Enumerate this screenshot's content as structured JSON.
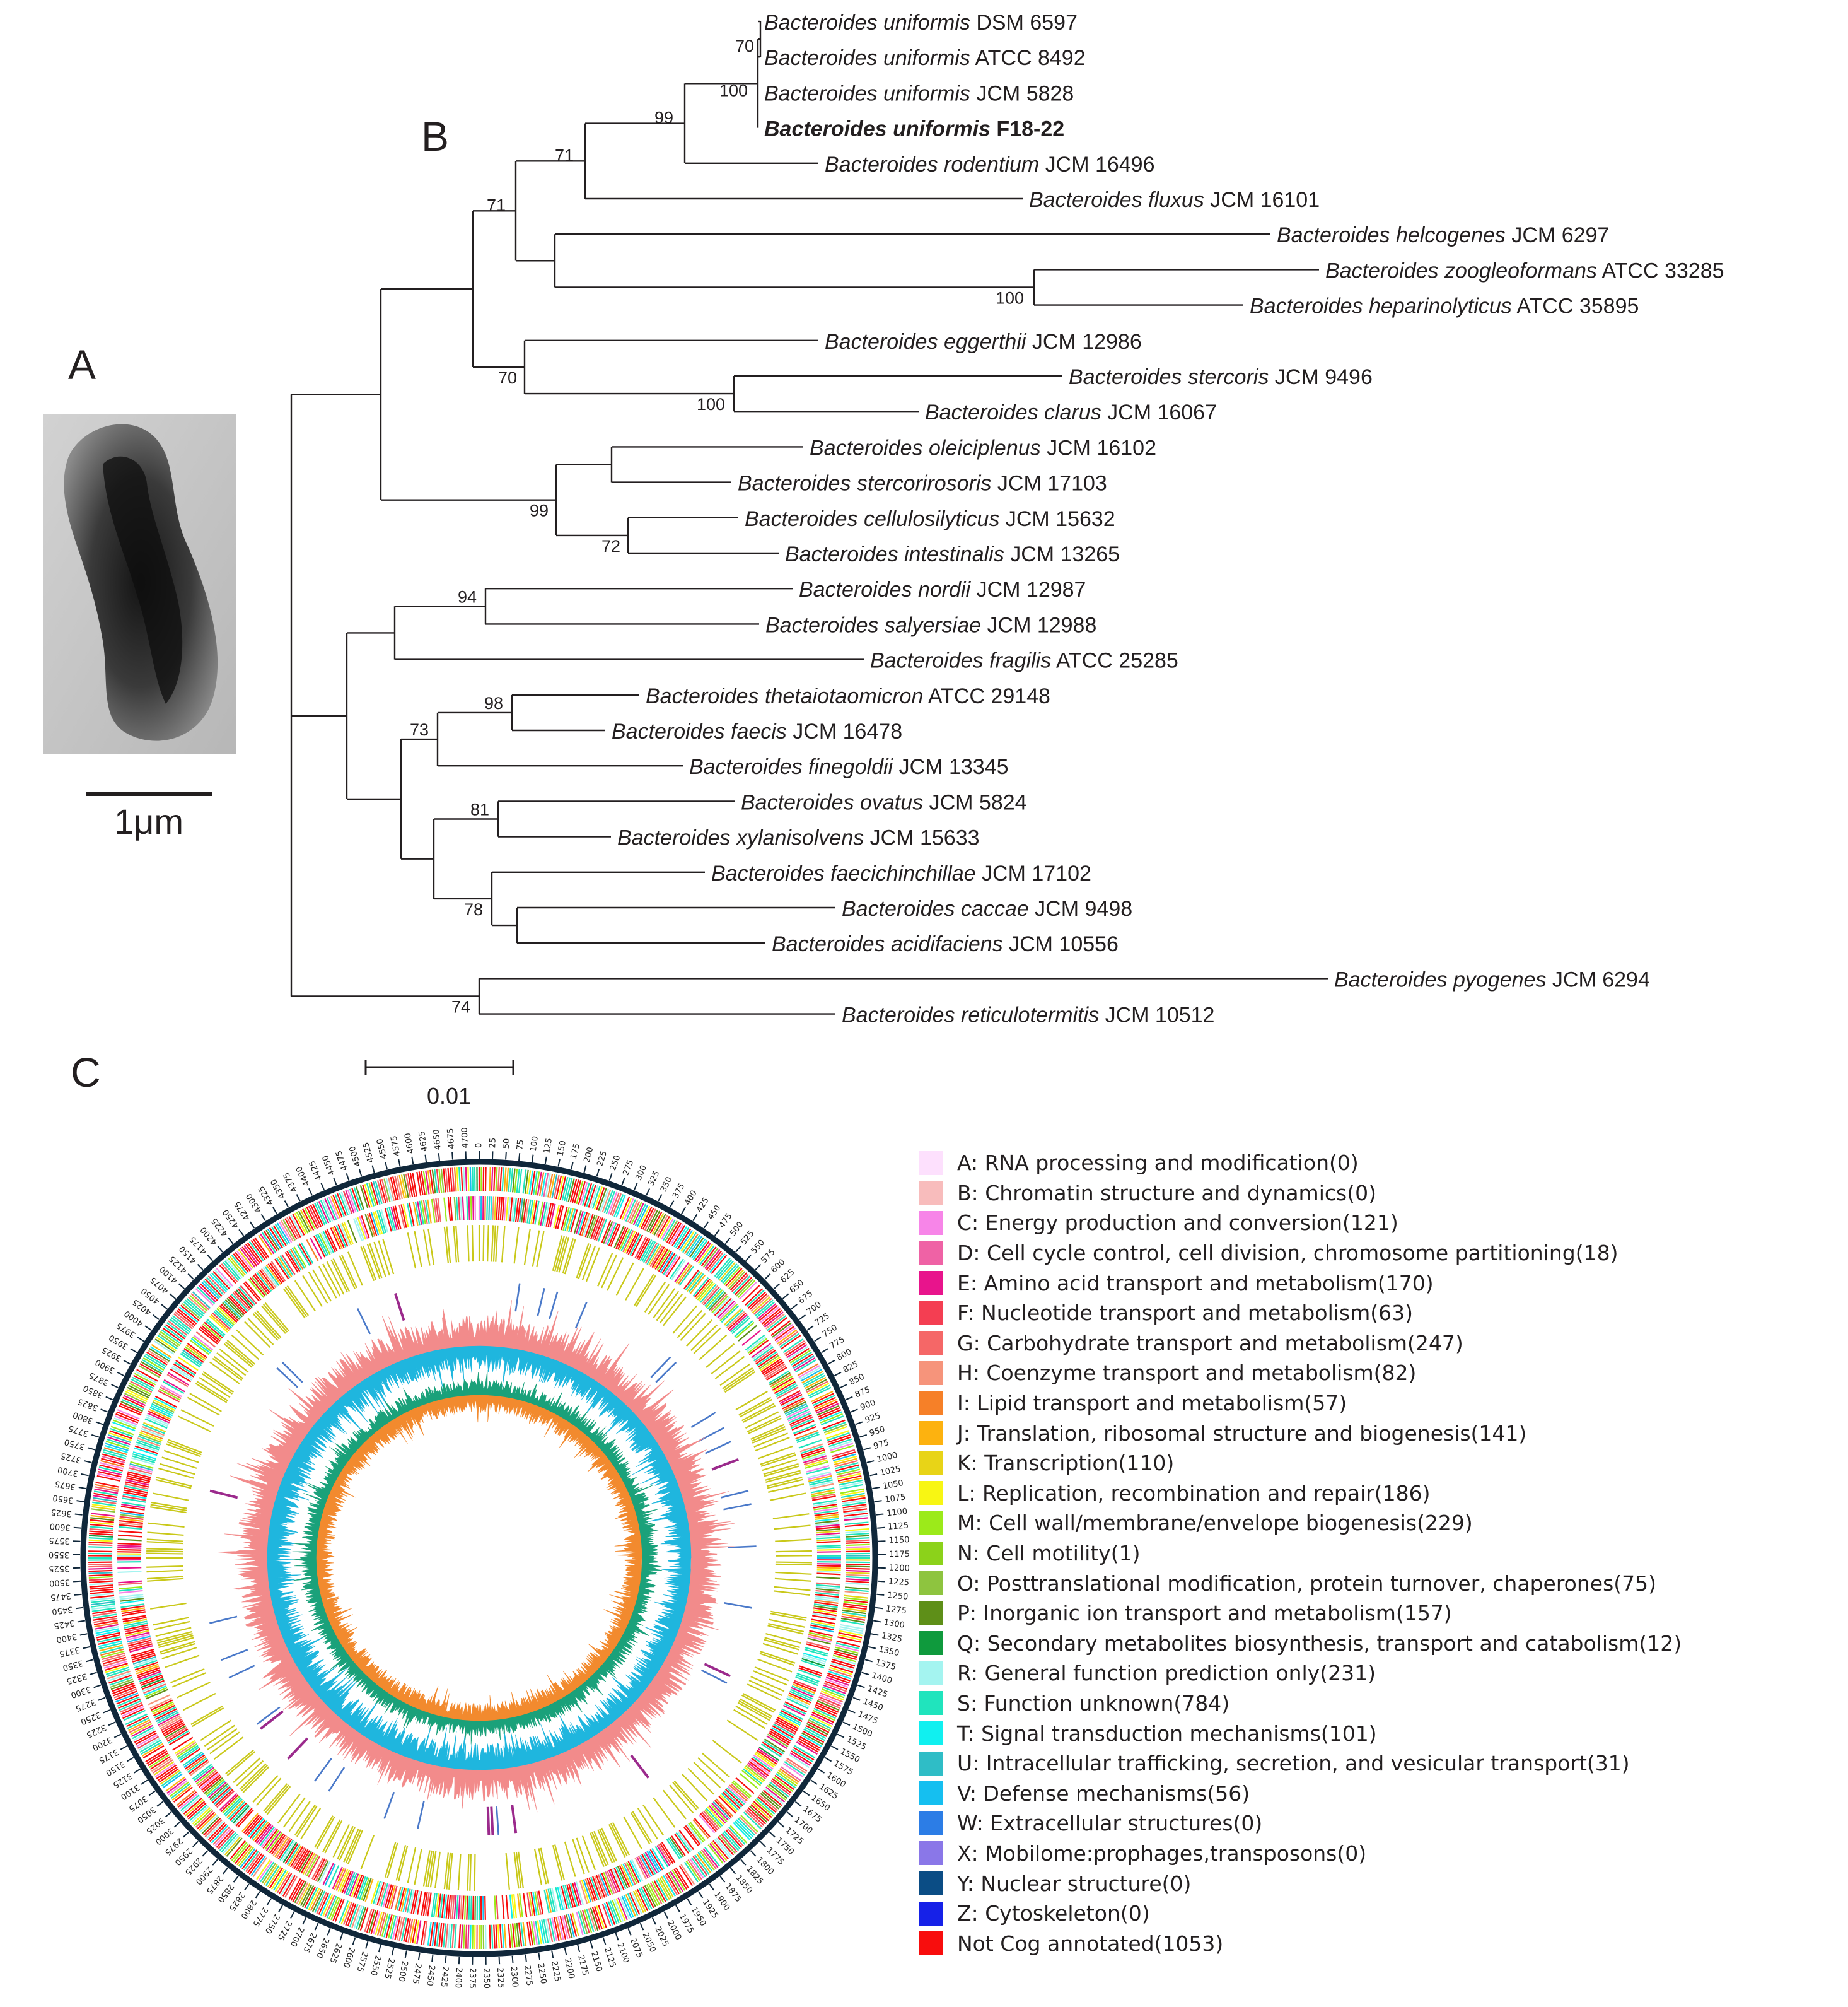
{
  "panels": {
    "a": "A",
    "b": "B",
    "c": "C"
  },
  "panel_a": {
    "scale_label": "1μm"
  },
  "tree": {
    "scale_label": "0.01",
    "genus": "Bacteroides",
    "taxa": [
      {
        "species": "uniformis",
        "strain": "DSM 6597"
      },
      {
        "species": "uniformis",
        "strain": "ATCC 8492"
      },
      {
        "species": "uniformis",
        "strain": "JCM 5828"
      },
      {
        "species": "uniformis",
        "strain": "F18-22",
        "bold": true
      },
      {
        "species": "rodentium",
        "strain": "JCM 16496"
      },
      {
        "species": "fluxus",
        "strain": "JCM 16101"
      },
      {
        "species": "helcogenes",
        "strain": "JCM 6297"
      },
      {
        "species": "zoogleoformans",
        "strain": "ATCC 33285"
      },
      {
        "species": "heparinolyticus",
        "strain": "ATCC 35895"
      },
      {
        "species": "eggerthii",
        "strain": "JCM 12986"
      },
      {
        "species": "stercoris",
        "strain": "JCM 9496"
      },
      {
        "species": "clarus",
        "strain": "JCM 16067"
      },
      {
        "species": "oleiciplenus",
        "strain": "JCM 16102"
      },
      {
        "species": "stercorirosoris",
        "strain": "JCM 17103"
      },
      {
        "species": "cellulosilyticus",
        "strain": "JCM 15632"
      },
      {
        "species": "intestinalis",
        "strain": "JCM 13265"
      },
      {
        "species": "nordii",
        "strain": "JCM 12987"
      },
      {
        "species": "salyersiae",
        "strain": "JCM 12988"
      },
      {
        "species": "fragilis",
        "strain": "ATCC 25285"
      },
      {
        "species": "thetaiotaomicron",
        "strain": "ATCC 29148"
      },
      {
        "species": "faecis",
        "strain": "JCM 16478"
      },
      {
        "species": "finegoldii",
        "strain": "JCM 13345"
      },
      {
        "species": "ovatus",
        "strain": "JCM 5824"
      },
      {
        "species": "xylanisolvens",
        "strain": "JCM 15633"
      },
      {
        "species": "faecichinchillae",
        "strain": "JCM 17102"
      },
      {
        "species": "caccae",
        "strain": "JCM 9498"
      },
      {
        "species": "acidifaciens",
        "strain": "JCM 10556"
      },
      {
        "species": "pyogenes",
        "strain": "JCM 6294"
      },
      {
        "species": "reticulotermitis",
        "strain": "JCM 10512"
      }
    ],
    "bootstrap_values": [
      "70",
      "100",
      "99",
      "71",
      "71",
      "100",
      "70",
      "100",
      "99",
      "72",
      "94",
      "98",
      "73",
      "81",
      "78",
      "74"
    ]
  },
  "genome_map": {
    "tick_labels": [
      "0",
      "25",
      "50",
      "75",
      "100",
      "125",
      "150",
      "175",
      "200",
      "225",
      "250",
      "275",
      "300",
      "325",
      "350",
      "375",
      "400",
      "425",
      "450",
      "475",
      "500",
      "525",
      "550",
      "575",
      "600",
      "625",
      "650",
      "675",
      "700",
      "725",
      "750",
      "775",
      "800",
      "825",
      "850",
      "875",
      "900",
      "925",
      "950",
      "975",
      "1000",
      "1025",
      "1050",
      "1075",
      "1100",
      "1125",
      "1150",
      "1175",
      "1200",
      "1225",
      "1250",
      "1275",
      "1300",
      "1325",
      "1350",
      "1375",
      "1400",
      "1425",
      "1450",
      "1475",
      "1500",
      "1525",
      "1550",
      "1575",
      "1600",
      "1625",
      "1650",
      "1675",
      "1700",
      "1725",
      "1750",
      "1775",
      "1800",
      "1825",
      "1850",
      "1875",
      "1900",
      "1925",
      "1950",
      "1975",
      "2000",
      "2025",
      "2050",
      "2075",
      "2100",
      "2125",
      "2150",
      "2175",
      "2200",
      "2225",
      "2250",
      "2275",
      "2300",
      "2325",
      "2350",
      "2375",
      "2400",
      "2425",
      "2450",
      "2475",
      "2500",
      "2525",
      "2550",
      "2575",
      "2600",
      "2625",
      "2650",
      "2675",
      "2700",
      "2725",
      "2750",
      "2775",
      "2800",
      "2825",
      "2850",
      "2875",
      "2900",
      "2925",
      "2950",
      "2975",
      "3000",
      "3025",
      "3050",
      "3075",
      "3100",
      "3125",
      "3150",
      "3175",
      "3200",
      "3225",
      "3250",
      "3275",
      "3300",
      "3325",
      "3350",
      "3375",
      "3400",
      "3425",
      "3450",
      "3475",
      "3500",
      "3525",
      "3550",
      "3575",
      "3600",
      "3625",
      "3650",
      "3675",
      "3700",
      "3725",
      "3750",
      "3775",
      "3800",
      "3825",
      "3850",
      "3875",
      "3900",
      "3925",
      "3950",
      "3975",
      "4000",
      "4025",
      "4050",
      "4075",
      "4100",
      "4125",
      "4150",
      "4175",
      "4200",
      "4225",
      "4250",
      "4275",
      "4300",
      "4325",
      "4350",
      "4375",
      "4400",
      "4425",
      "4450",
      "4475",
      "4500",
      "4525",
      "4550",
      "4575",
      "4600",
      "4625",
      "4650",
      "4675",
      "4700"
    ],
    "ring_colors": {
      "rrna": "#c9c819",
      "trna": "#4a79c9",
      "other_rna": "#9b2a8c",
      "gc_content": "#f28b8b",
      "gc_plus": "#1fb6de",
      "skew_plus": "#1aa17a",
      "skew_minus": "#f28a2e"
    }
  },
  "legend": [
    {
      "label": "A: RNA processing and modification(0)",
      "color": "#fde0fd"
    },
    {
      "label": "B: Chromatin structure and dynamics(0)",
      "color": "#f8bcbc"
    },
    {
      "label": "C: Energy production and conversion(121)",
      "color": "#f785e8"
    },
    {
      "label": "D: Cell cycle control, cell division, chromosome partitioning(18)",
      "color": "#ef62a5"
    },
    {
      "label": "E: Amino acid transport and metabolism(170)",
      "color": "#e8148c"
    },
    {
      "label": "F: Nucleotide transport and metabolism(63)",
      "color": "#f43e52"
    },
    {
      "label": "G: Carbohydrate transport and metabolism(247)",
      "color": "#f56767"
    },
    {
      "label": "H: Coenzyme transport and metabolism(82)",
      "color": "#f6947b"
    },
    {
      "label": "I: Lipid transport and metabolism(57)",
      "color": "#f68028"
    },
    {
      "label": "J: Translation, ribosomal structure and biogenesis(141)",
      "color": "#fdb20f"
    },
    {
      "label": "K: Transcription(110)",
      "color": "#e8d417"
    },
    {
      "label": "L: Replication, recombination and repair(186)",
      "color": "#f8f613"
    },
    {
      "label": "M: Cell wall/membrane/envelope biogenesis(229)",
      "color": "#9cea1a"
    },
    {
      "label": "N: Cell motility(1)",
      "color": "#8cd21a"
    },
    {
      "label": "O: Posttranslational modification, protein turnover, chaperones(75)",
      "color": "#8ec43f"
    },
    {
      "label": "P: Inorganic ion transport and metabolism(157)",
      "color": "#5e8f18"
    },
    {
      "label": "Q: Secondary metabolites biosynthesis, transport and catabolism(12)",
      "color": "#0f9a3d"
    },
    {
      "label": "R: General function prediction only(231)",
      "color": "#a4f4f0"
    },
    {
      "label": "S: Function unknown(784)",
      "color": "#20e4bd"
    },
    {
      "label": "T: Signal transduction mechanisms(101)",
      "color": "#10f0f0"
    },
    {
      "label": "U: Intracellular trafficking, secretion, and vesicular transport(31)",
      "color": "#2fbdc6"
    },
    {
      "label": "V: Defense mechanisms(56)",
      "color": "#15bff0"
    },
    {
      "label": "W: Extracellular structures(0)",
      "color": "#2c7de6"
    },
    {
      "label": "X: Mobilome:prophages,transposons(0)",
      "color": "#8a77e8"
    },
    {
      "label": "Y: Nuclear structure(0)",
      "color": "#0b4d85"
    },
    {
      "label": "Z: Cytoskeleton(0)",
      "color": "#1621e8"
    },
    {
      "label": "Not Cog annotated(1053)",
      "color": "#f80d0d"
    }
  ]
}
